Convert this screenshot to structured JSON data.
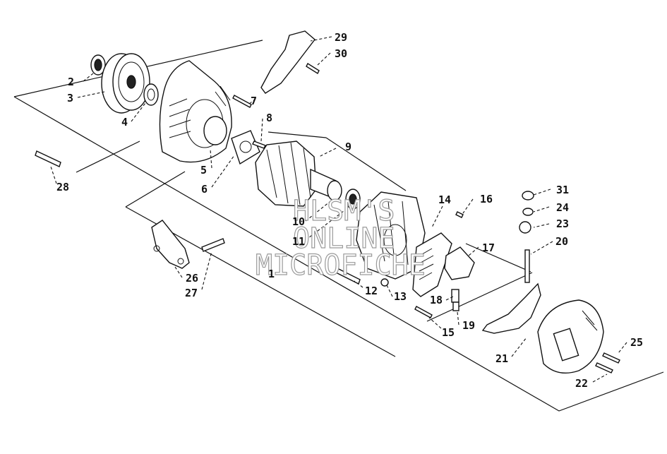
{
  "watermark": {
    "line1": "HLSM'S",
    "line2": "ONLINE",
    "line3": "MICROFICHE"
  },
  "callouts": [
    {
      "id": "c1",
      "label": "1"
    },
    {
      "id": "c2",
      "label": "2"
    },
    {
      "id": "c3",
      "label": "3"
    },
    {
      "id": "c4",
      "label": "4"
    },
    {
      "id": "c5",
      "label": "5"
    },
    {
      "id": "c6",
      "label": "6"
    },
    {
      "id": "c7",
      "label": "7"
    },
    {
      "id": "c8",
      "label": "8"
    },
    {
      "id": "c9",
      "label": "9"
    },
    {
      "id": "c10",
      "label": "10"
    },
    {
      "id": "c11",
      "label": "11"
    },
    {
      "id": "c12",
      "label": "12"
    },
    {
      "id": "c13",
      "label": "13"
    },
    {
      "id": "c14",
      "label": "14"
    },
    {
      "id": "c15",
      "label": "15"
    },
    {
      "id": "c16",
      "label": "16"
    },
    {
      "id": "c17",
      "label": "17"
    },
    {
      "id": "c18",
      "label": "18"
    },
    {
      "id": "c19",
      "label": "19"
    },
    {
      "id": "c20",
      "label": "20"
    },
    {
      "id": "c21",
      "label": "21"
    },
    {
      "id": "c22",
      "label": "22"
    },
    {
      "id": "c23",
      "label": "23"
    },
    {
      "id": "c24",
      "label": "24"
    },
    {
      "id": "c25",
      "label": "25"
    },
    {
      "id": "c26",
      "label": "26"
    },
    {
      "id": "c27",
      "label": "27"
    },
    {
      "id": "c28",
      "label": "28"
    },
    {
      "id": "c29",
      "label": "29"
    },
    {
      "id": "c30",
      "label": "30"
    },
    {
      "id": "c31",
      "label": "31"
    }
  ]
}
